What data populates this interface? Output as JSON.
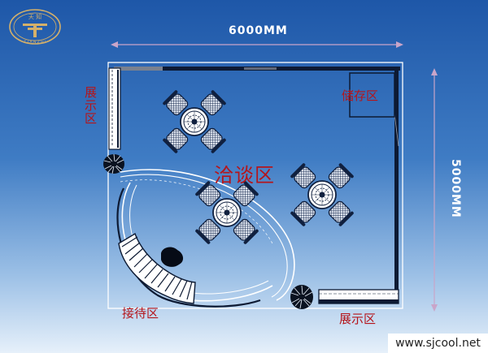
{
  "dimensions": {
    "width_label": "6000MM",
    "depth_label": "5000MM"
  },
  "zones": {
    "storage": "储存区",
    "display_left": "展示区",
    "negotiation": "洽谈区",
    "reception": "接待区",
    "display_bottom": "展示区"
  },
  "logo": {
    "text": "天 知",
    "subtext": "T I A N Z H I"
  },
  "watermark": "www.sjcool.net",
  "colors": {
    "background_top": "#1e57a8",
    "background_bottom": "#e6f0fa",
    "zone_label": "#b5151b",
    "line": "#ffffff",
    "logo": "#d4b06a"
  }
}
